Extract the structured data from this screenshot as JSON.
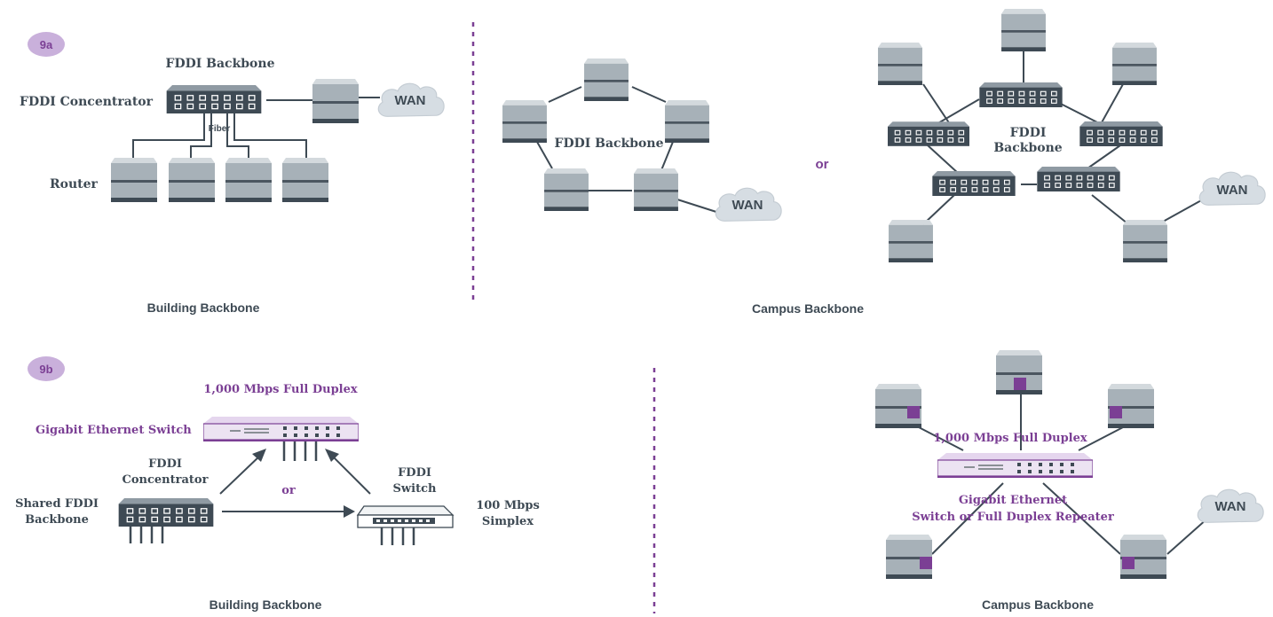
{
  "figure_a": {
    "badge": "9a",
    "building": {
      "title": "FDDI Backbone",
      "concentrator_label": "FDDI Concentrator",
      "fiber_label": "Fiber",
      "router_label": "Router",
      "wan_label": "WAN",
      "caption": "Building Backbone"
    },
    "campus": {
      "ring_label": "FDDI Backbone",
      "wan_label_left": "WAN",
      "or_label": "or",
      "center_label_line1": "FDDI",
      "center_label_line2": "Backbone",
      "wan_label_right": "WAN",
      "caption": "Campus Backbone"
    }
  },
  "figure_b": {
    "badge": "9b",
    "building": {
      "top_label": "1,000 Mbps Full Duplex",
      "switch_label": "Gigabit Ethernet Switch",
      "concentrator_line1": "FDDI",
      "concentrator_line2": "Concentrator",
      "shared_line1": "Shared FDDI",
      "shared_line2": "Backbone",
      "or_label": "or",
      "fddi_switch_line1": "FDDI",
      "fddi_switch_line2": "Switch",
      "simplex_line1": "100 Mbps",
      "simplex_line2": "Simplex",
      "caption": "Building Backbone"
    },
    "campus": {
      "top_label": "1,000 Mbps Full Duplex",
      "switch_line1": "Gigabit Ethernet",
      "switch_line2": "Switch or Full Duplex Repeater",
      "wan_label": "WAN",
      "caption": "Campus Backbone"
    }
  },
  "colors": {
    "purple": "#7b3f94",
    "badge_fill": "#c9b0db",
    "device_gray": "#a7b1b8",
    "dark_slate": "#3e4a54",
    "cloud": "#d6dde3"
  }
}
